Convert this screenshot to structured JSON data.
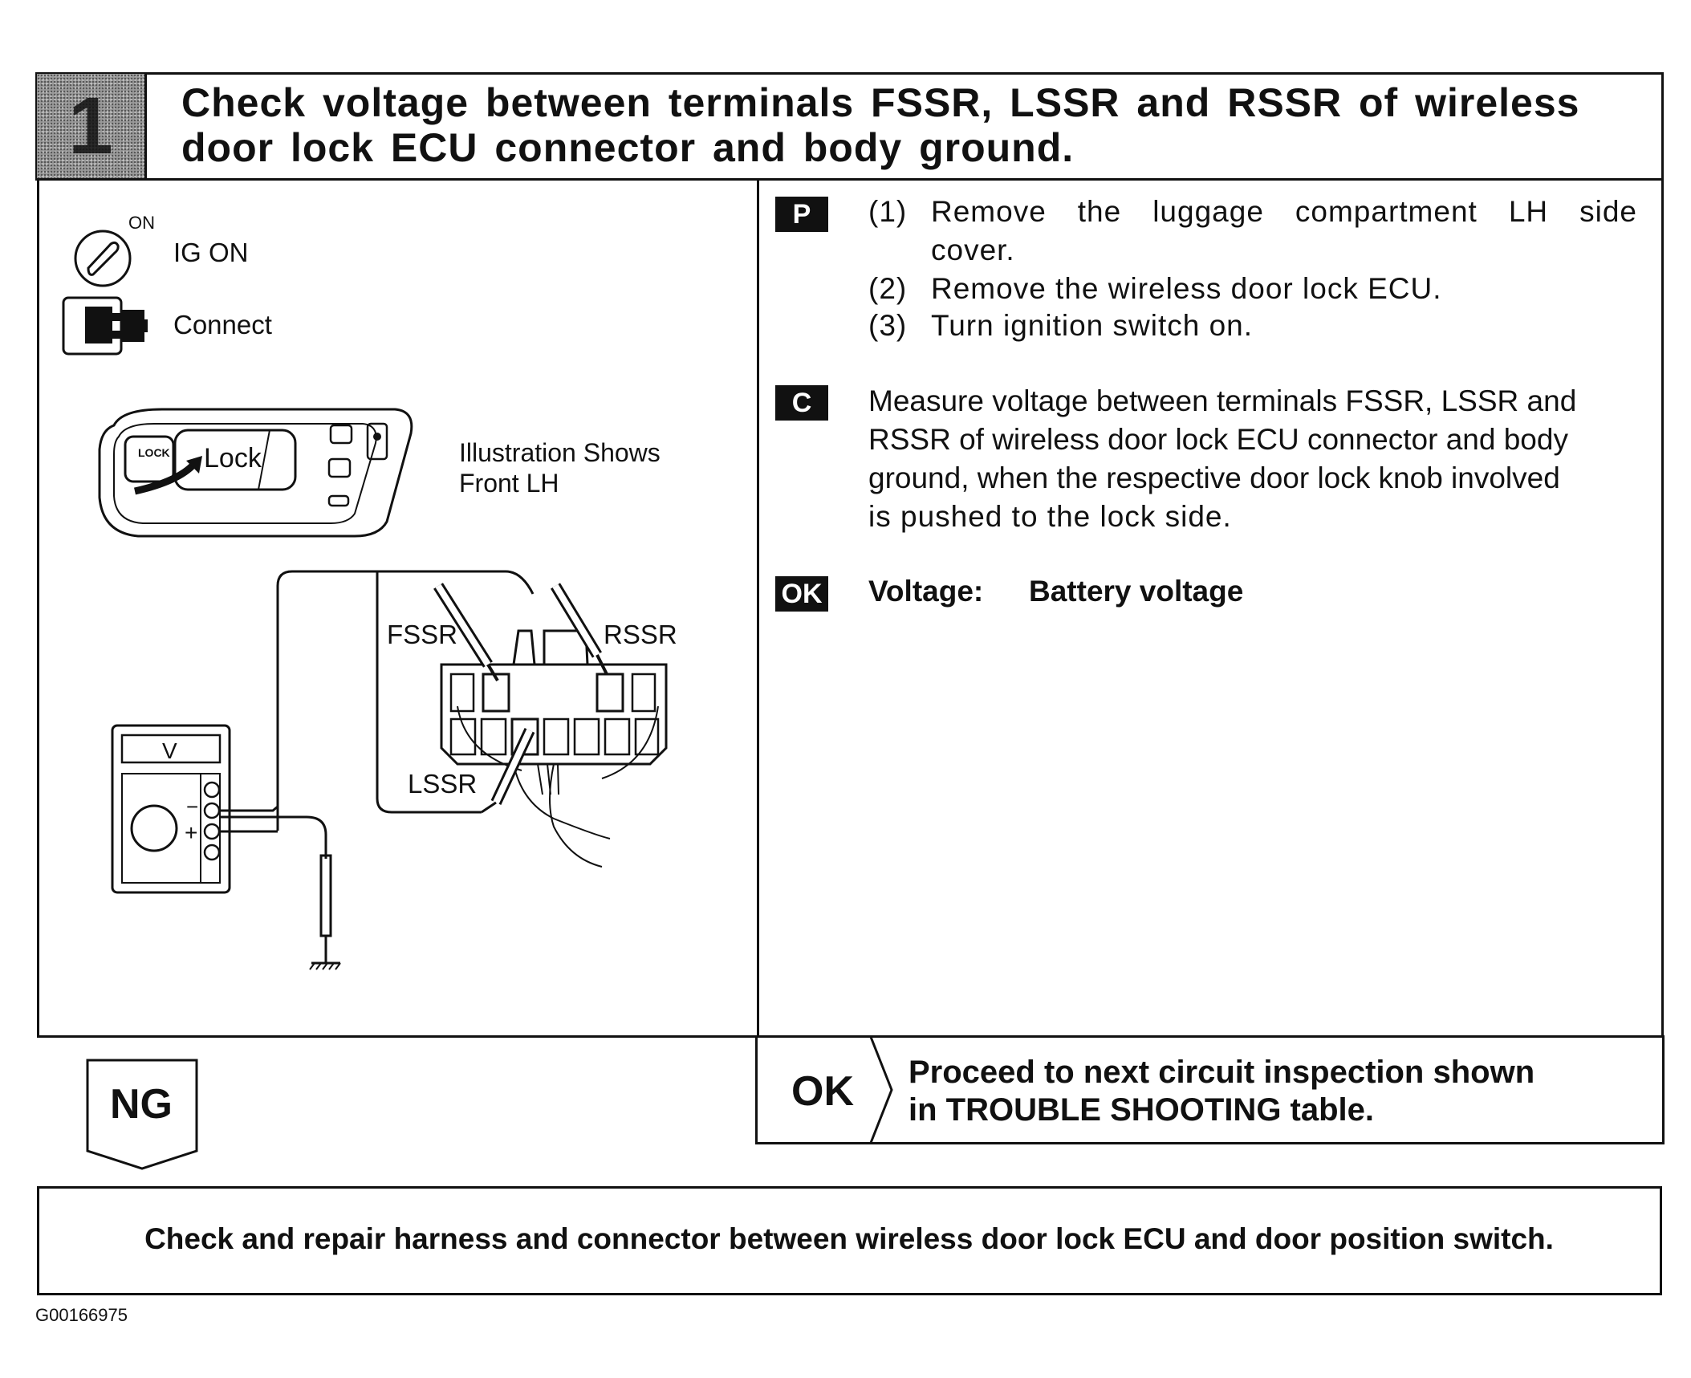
{
  "header": {
    "step_number": "1",
    "title": "Check voltage between terminals FSSR, LSSR and RSSR of wireless door lock ECU connector and body ground."
  },
  "left_panel": {
    "ig_on_superscript": "ON",
    "ig_on_label": "IG ON",
    "connect_label": "Connect",
    "lock_small_label": "LOCK",
    "lock_label": "Lock",
    "illustration_note_line1": "Illustration Shows",
    "illustration_note_line2": "Front LH",
    "fssr_label": "FSSR",
    "rssr_label": "RSSR",
    "lssr_label": "LSSR",
    "meter_label": "V",
    "minus_label": "−",
    "plus_label": "+"
  },
  "right_panel": {
    "prep_tag": "P",
    "prep_steps": [
      {
        "num": "(1)",
        "line1": "Remove the luggage compartment LH side",
        "line2": "cover."
      },
      {
        "num": "(2)",
        "line1": "Remove the wireless door lock ECU."
      },
      {
        "num": "(3)",
        "line1": "Turn ignition switch on."
      }
    ],
    "check_tag": "C",
    "check_lines": [
      "Measure voltage between terminals FSSR, LSSR and",
      "RSSR of wireless door lock ECU connector and body",
      "ground, when the respective door lock knob involved",
      "is pushed to the lock side."
    ],
    "ok_tag": "OK",
    "spec_label": "Voltage:",
    "spec_value": "Battery voltage"
  },
  "result": {
    "ng_label": "NG",
    "ok_label": "OK",
    "ok_line1": "Proceed to next circuit inspection shown",
    "ok_line2": "in TROUBLE SHOOTING table."
  },
  "ng_action": "Check and repair harness and connector between wireless door lock ECU and door position switch.",
  "figure_id": "G00166975"
}
